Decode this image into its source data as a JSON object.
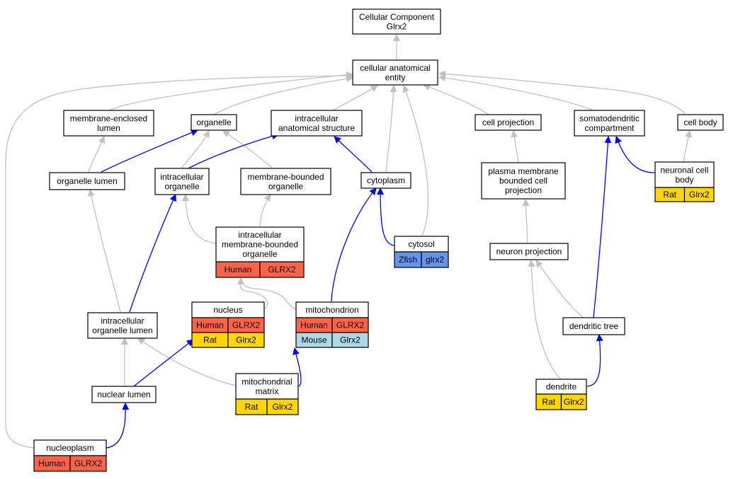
{
  "colors": {
    "human": "#ff6347",
    "rat": "#ffd700",
    "mouse": "#add8e6",
    "zfish": "#6495ed",
    "edge_gray": "#c0c0c0",
    "edge_blue": "#0000ff"
  },
  "nodes": {
    "root": [
      "Cellular Component",
      "Glrx2"
    ],
    "cae": [
      "cellular anatomical",
      "entity"
    ],
    "mel": [
      "membrane-enclosed",
      "lumen"
    ],
    "org": [
      "organelle"
    ],
    "ias": [
      "intracellular",
      "anatomical structure"
    ],
    "cproj": [
      "cell projection"
    ],
    "sdc": [
      "somatodendritic",
      "compartment"
    ],
    "cbody": [
      "cell body"
    ],
    "olumen": [
      "organelle lumen"
    ],
    "iorg": [
      "intracellular",
      "organelle"
    ],
    "mbo": [
      "membrane-bounded",
      "organelle"
    ],
    "cyto": [
      "cytoplasm"
    ],
    "pmbcp": [
      "plasma membrane",
      "bounded cell",
      "projection"
    ],
    "ncb": [
      "neuronal cell",
      "body"
    ],
    "imbo": [
      "intracellular",
      "membrane-bounded",
      "organelle"
    ],
    "cytosol": [
      "cytosol"
    ],
    "nproj": [
      "neuron projection"
    ],
    "iol": [
      "intracellular",
      "organelle lumen"
    ],
    "nucleus": [
      "nucleus"
    ],
    "mito": [
      "mitochondrion"
    ],
    "dtree": [
      "dendritic tree"
    ],
    "nlumen": [
      "nuclear lumen"
    ],
    "mmatrix": [
      "mitochondrial",
      "matrix"
    ],
    "dendrite": [
      "dendrite"
    ],
    "npl": [
      "nucleoplasm"
    ]
  },
  "annotations": {
    "ncb": [
      [
        "Rat",
        "Glrx2"
      ]
    ],
    "imbo": [
      [
        "Human",
        "GLRX2"
      ]
    ],
    "cytosol": [
      [
        "Zfish",
        "glrx2"
      ]
    ],
    "nucleus": [
      [
        "Human",
        "GLRX2"
      ],
      [
        "Rat",
        "Glrx2"
      ]
    ],
    "mito": [
      [
        "Human",
        "GLRX2"
      ],
      [
        "Mouse",
        "Glrx2"
      ]
    ],
    "mmatrix": [
      [
        "Rat",
        "Glrx2"
      ]
    ],
    "dendrite": [
      [
        "Rat",
        "Glrx2"
      ]
    ],
    "npl": [
      [
        "Human",
        "GLRX2"
      ]
    ]
  }
}
